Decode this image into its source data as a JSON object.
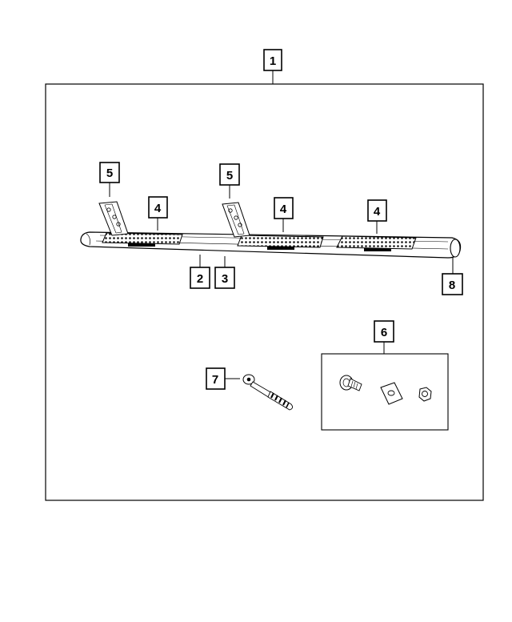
{
  "callouts": {
    "c1": "1",
    "c2": "2",
    "c3": "3",
    "c4a": "4",
    "c4b": "4",
    "c4c": "4",
    "c5a": "5",
    "c5b": "5",
    "c6": "6",
    "c7": "7",
    "c8": "8"
  },
  "parts": {
    "running_board": "running-board-icon",
    "step_pad": "step-pad-icon",
    "mounting_bracket": "mounting-bracket-icon",
    "end_cap": "end-cap-icon",
    "bolt": "bolt-icon",
    "slot_nut": "slot-nut-icon",
    "washer": "washer-icon",
    "torque_wrench": "torque-wrench-icon"
  },
  "colors": {
    "line": "#000000",
    "background": "#ffffff"
  }
}
